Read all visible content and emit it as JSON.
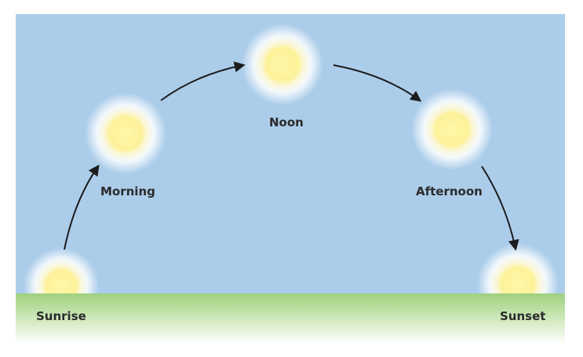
{
  "diagram": {
    "labels": {
      "sunrise": "Sunrise",
      "morning": "Morning",
      "noon": "Noon",
      "afternoon": "Afternoon",
      "sunset": "Sunset"
    },
    "colors": {
      "sky": "#abcdea",
      "ground_top": "#9fd07f",
      "ground_bottom": "#ffffff",
      "sun_core": "#fdf29a",
      "sun_glow": "#ffffff",
      "arrow": "#1c1c1c",
      "label": "#2b2b2b"
    },
    "icons": [
      "sun-icon",
      "arrow-icon"
    ]
  }
}
